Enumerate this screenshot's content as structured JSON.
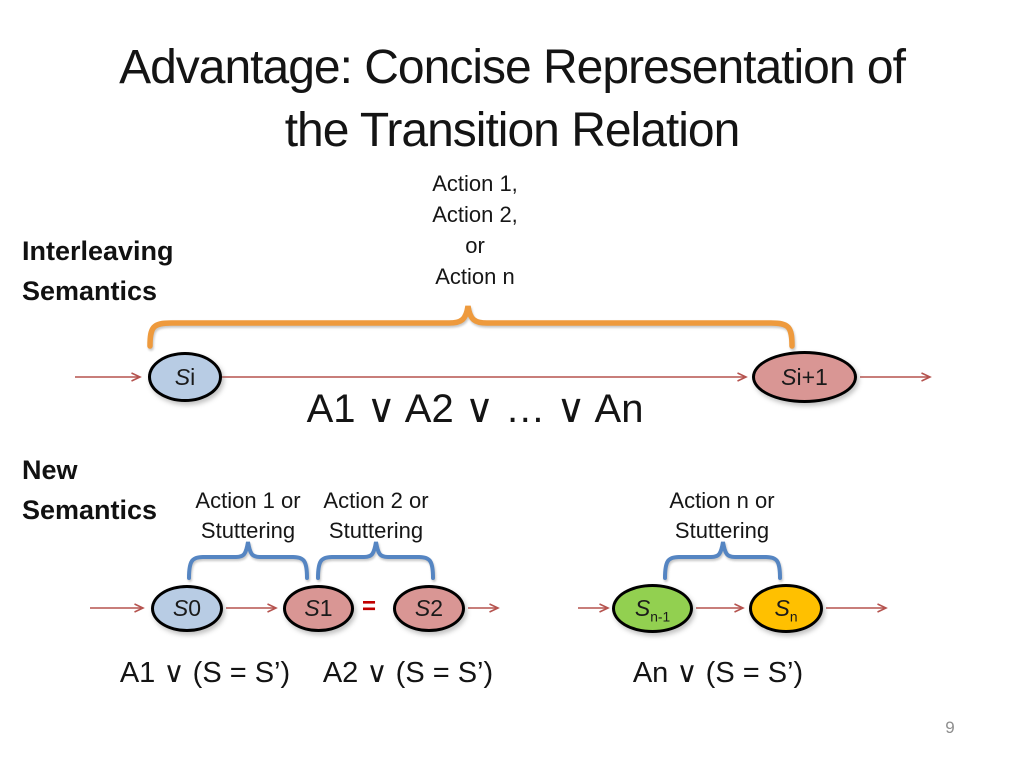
{
  "title": {
    "line1": "Advantage: Concise Representation of",
    "line2": "the Transition Relation"
  },
  "page_number": "9",
  "interleaving": {
    "label": [
      "Interleaving",
      "Semantics"
    ],
    "actions": [
      "Action 1,",
      "Action 2,",
      "or",
      "Action n"
    ],
    "formula": "A1 ∨ A2 ∨ … ∨ An"
  },
  "new_semantics": {
    "label": [
      "New",
      "Semantics"
    ],
    "equals_sign": "=",
    "groups": [
      {
        "label": [
          "Action 1 or",
          "Stuttering"
        ],
        "formula": "A1 ∨ (S = S’)"
      },
      {
        "label": [
          "Action 2 or",
          "Stuttering"
        ],
        "formula": "A2 ∨ (S = S’)"
      },
      {
        "label": [
          "Action n or",
          "Stuttering"
        ],
        "formula": "An ∨ (S = S’)"
      }
    ]
  },
  "nodes": {
    "si": {
      "s": "S",
      "rest": "i",
      "sub": ""
    },
    "si_plus_1": {
      "s": "S",
      "rest": "i+1",
      "sub": ""
    },
    "s0": {
      "s": "S",
      "rest": "0",
      "sub": ""
    },
    "s1": {
      "s": "S",
      "rest": "1",
      "sub": ""
    },
    "s2": {
      "s": "S",
      "rest": "2",
      "sub": ""
    },
    "sn_minus_1": {
      "s": "S",
      "rest": "",
      "sub": "n-1"
    },
    "sn": {
      "s": "S",
      "rest": "",
      "sub": "n"
    }
  },
  "colors": {
    "state_blue": "#b8cce4",
    "state_pink": "#d99694",
    "state_green": "#92d050",
    "state_amber": "#ffc000",
    "arrow_red": "#b5534f",
    "brace_orange": "#ee9a3d",
    "brace_blue": "#5585c2",
    "equals_red": "#c00000",
    "page_gray": "#8e8e8e"
  }
}
